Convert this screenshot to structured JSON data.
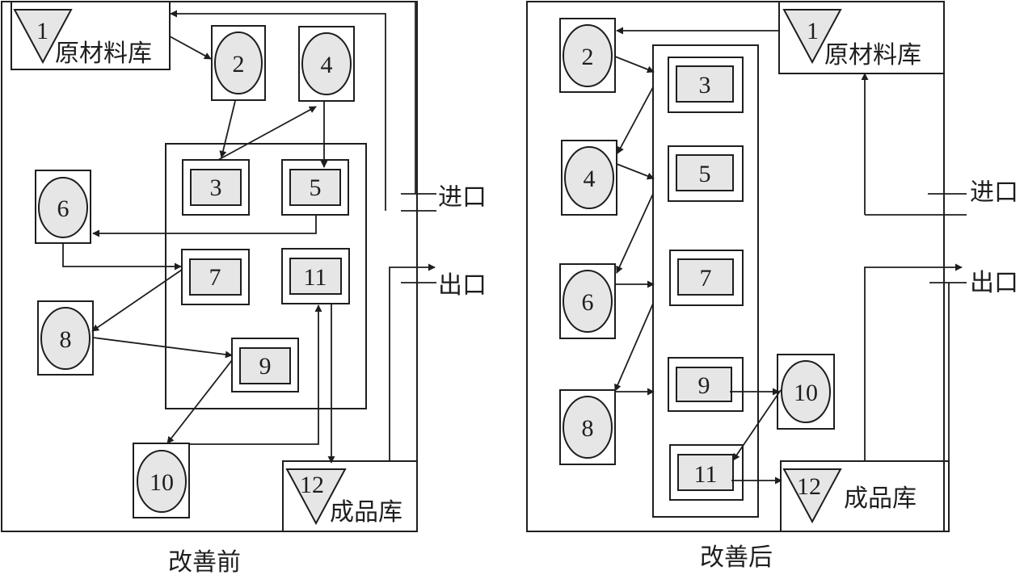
{
  "before": {
    "caption": "改善前",
    "raw_store": {
      "num": "1",
      "label": "原材料库"
    },
    "product_store": {
      "num": "12",
      "label": "成品库"
    },
    "entry_label": "进口",
    "exit_label": "出口",
    "stations": {
      "s2": "2",
      "s3": "3",
      "s4": "4",
      "s5": "5",
      "s6": "6",
      "s7": "7",
      "s8": "8",
      "s9": "9",
      "s10": "10",
      "s11": "11"
    }
  },
  "after": {
    "caption": "改善后",
    "raw_store": {
      "num": "1",
      "label": "原材料库"
    },
    "product_store": {
      "num": "12",
      "label": "成品库"
    },
    "entry_label": "进口",
    "exit_label": "出口",
    "stations": {
      "s2": "2",
      "s3": "3",
      "s4": "4",
      "s5": "5",
      "s6": "6",
      "s7": "7",
      "s8": "8",
      "s9": "9",
      "s10": "10",
      "s11": "11"
    }
  }
}
